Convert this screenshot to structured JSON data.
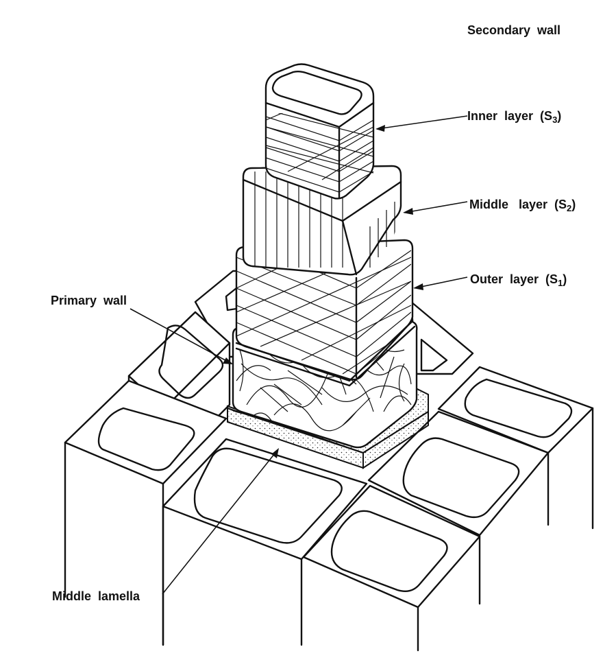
{
  "labels": {
    "secondary_wall": "Secondary  wall",
    "inner_layer": "Inner  layer  (S",
    "inner_sub": "3",
    "middle_layer": "Middle   layer  (S",
    "middle_sub": "2",
    "outer_layer": "Outer  layer  (S",
    "outer_sub": "1",
    "primary_wall": "Primary  wall",
    "middle_lamella": "Middle  lamella",
    "close_paren": ")"
  },
  "style": {
    "ink": "#111111",
    "paper": "#ffffff"
  }
}
